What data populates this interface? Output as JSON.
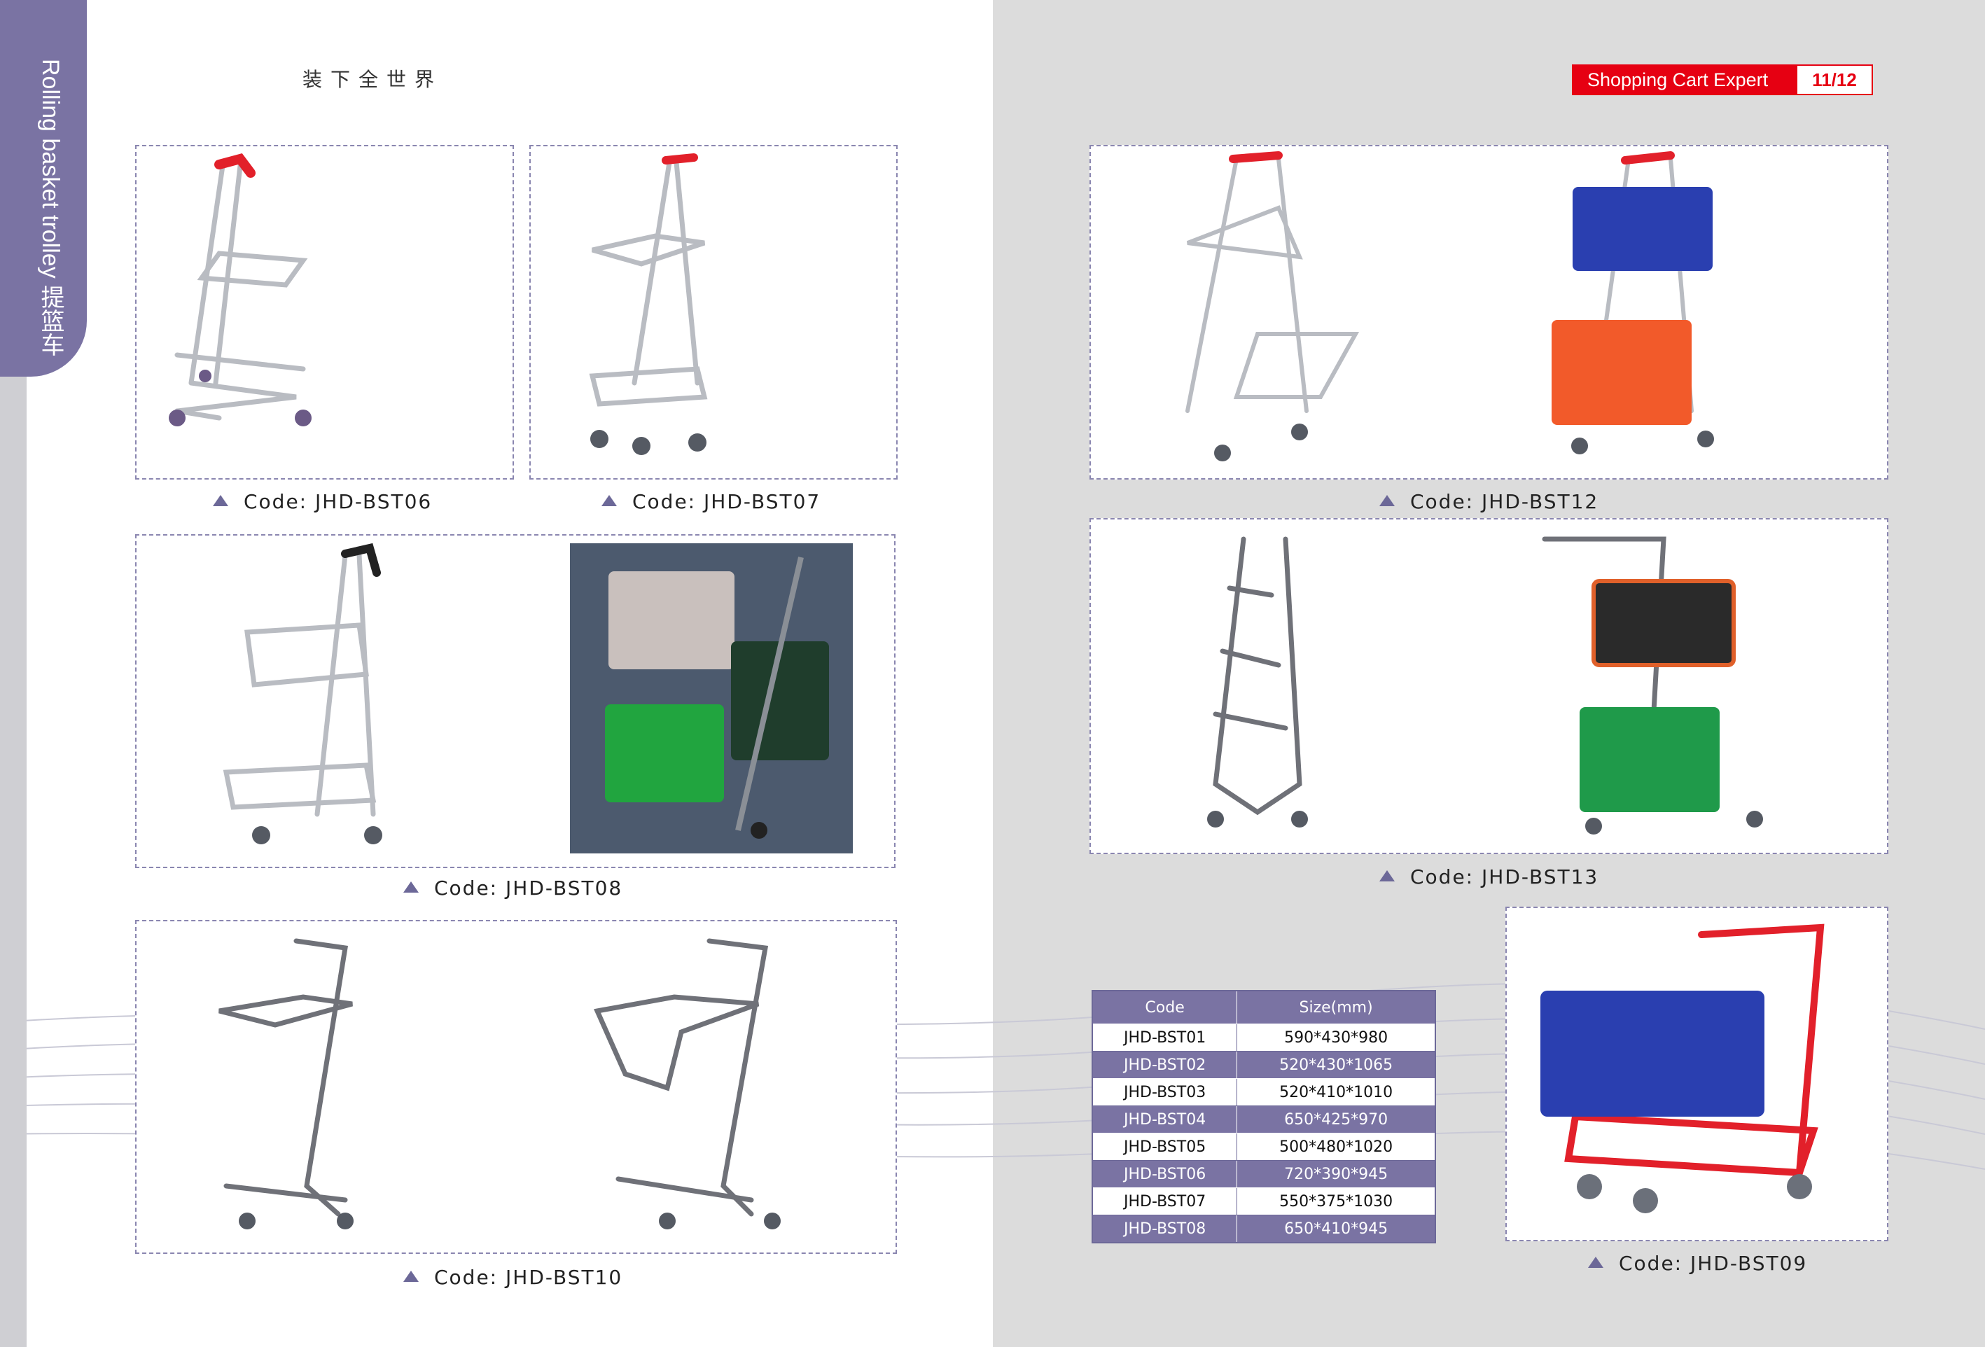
{
  "side_tab": {
    "label": "Rolling basket trolley 提篮车"
  },
  "slogan": "装下全世界",
  "badge": {
    "title": "Shopping Cart Expert",
    "page": "11/12"
  },
  "captions": {
    "bst06": "Code: JHD-BST06",
    "bst07": "Code: JHD-BST07",
    "bst08": "Code: JHD-BST08",
    "bst10": "Code: JHD-BST10",
    "bst12": "Code: JHD-BST12",
    "bst13": "Code: JHD-BST13",
    "bst09": "Code: JHD-BST09"
  },
  "size_table": {
    "headers": [
      "Code",
      "Size(mm)"
    ],
    "rows": [
      [
        "JHD-BST01",
        "590*430*980"
      ],
      [
        "JHD-BST02",
        "520*430*1065"
      ],
      [
        "JHD-BST03",
        "520*410*1010"
      ],
      [
        "JHD-BST04",
        "650*425*970"
      ],
      [
        "JHD-BST05",
        "500*480*1020"
      ],
      [
        "JHD-BST06",
        "720*390*945"
      ],
      [
        "JHD-BST07",
        "550*375*1030"
      ],
      [
        "JHD-BST08",
        "650*410*945"
      ]
    ]
  },
  "colors": {
    "accent_purple": "#7a73a3",
    "brand_red": "#e60012",
    "basket_blue": "#2a3fb0",
    "basket_orange": "#f25a2a",
    "basket_green": "#1f9a4a",
    "basket_black": "#2a2a2a"
  }
}
